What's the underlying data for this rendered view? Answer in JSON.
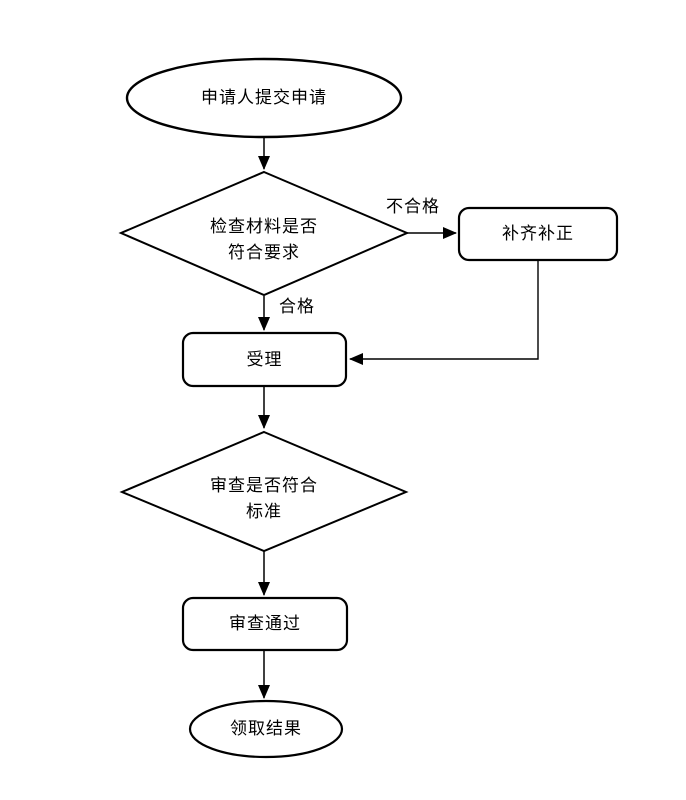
{
  "diagram": {
    "colors": {
      "background": "#ffffff",
      "stroke": "#000000",
      "text": "#000000"
    },
    "nodes": {
      "start": {
        "label": "申请人提交申请"
      },
      "check": {
        "line1": "检查材料是否",
        "line2": "符合要求"
      },
      "supplement": {
        "label": "补齐补正"
      },
      "accept": {
        "label": "受理"
      },
      "review": {
        "line1": "审查是否符合",
        "line2": "标准"
      },
      "passed": {
        "label": "审查通过"
      },
      "end": {
        "label": "领取结果"
      }
    },
    "edges": {
      "fail_label": "不合格",
      "pass_label": "合格"
    }
  }
}
